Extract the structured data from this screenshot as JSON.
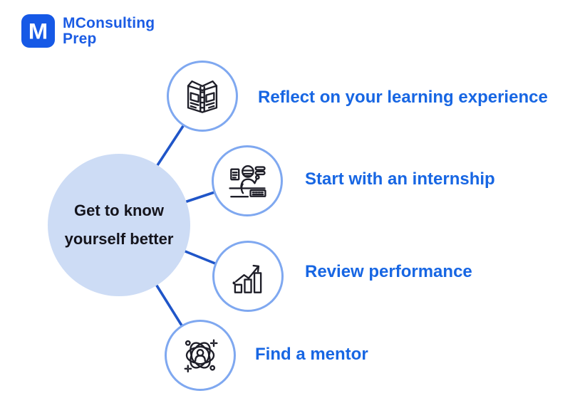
{
  "brand": {
    "logo_monogram": "M",
    "name_line1": "MConsulting",
    "name_line2": "Prep"
  },
  "diagram": {
    "center": {
      "line1": "Get to know",
      "line2": "yourself better"
    },
    "branches": [
      {
        "icon": "open-book-icon",
        "label": "Reflect on your learning experience"
      },
      {
        "icon": "intern-at-desk-icon",
        "label": "Start with an internship"
      },
      {
        "icon": "growth-chart-icon",
        "label": "Review performance"
      },
      {
        "icon": "mentor-network-icon",
        "label": "Find a mentor"
      }
    ]
  },
  "colors": {
    "brand_blue": "#1659e6",
    "logo_text_blue": "#1b5ce4",
    "label_blue": "#1766e3",
    "center_circle_fill": "#cddcf5",
    "node_border_blue": "#7fa8f0",
    "connector_blue": "#1f55c8",
    "icon_stroke": "#1e1e28"
  }
}
